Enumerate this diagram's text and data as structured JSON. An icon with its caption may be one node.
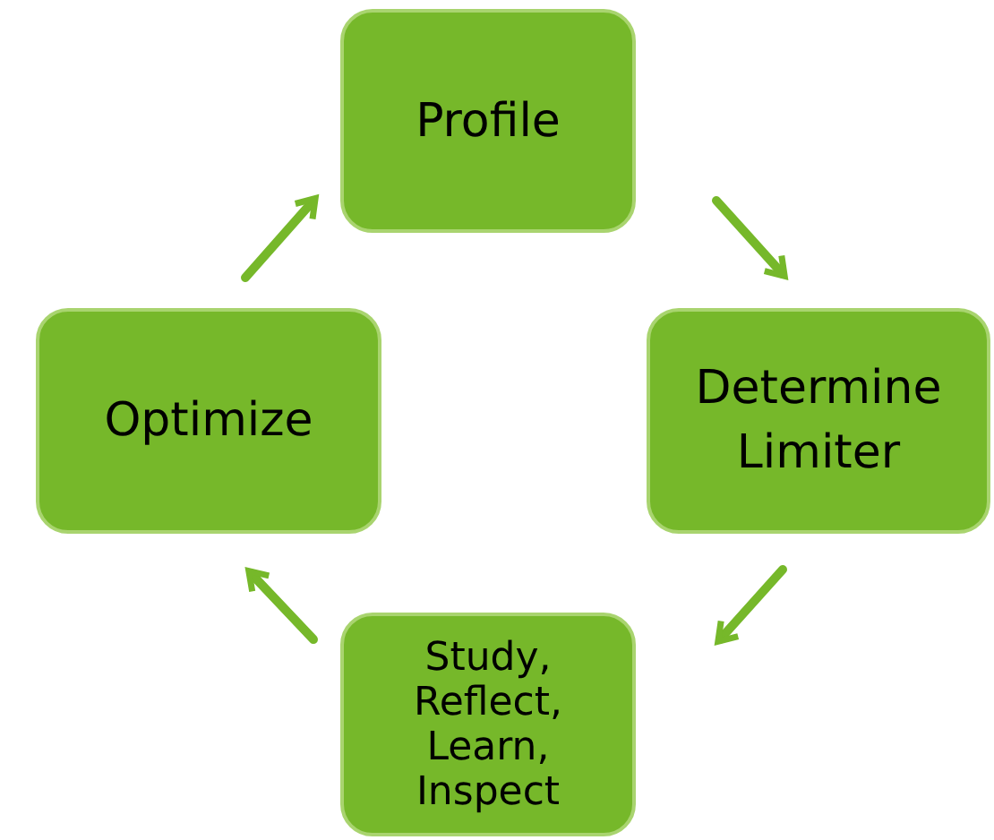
{
  "diagram": {
    "nodes": [
      {
        "text": [
          "Profile"
        ]
      },
      {
        "text": [
          "Determine Limiter"
        ]
      },
      {
        "text": [
          "Study, Reflect, Learn, Inspect"
        ]
      },
      {
        "text": [
          "Optimize"
        ]
      }
    ],
    "edges": [
      {
        "from": 0,
        "to": 1,
        "arrow": "to"
      },
      {
        "from": 1,
        "to": 2,
        "arrow": "to"
      },
      {
        "from": 2,
        "to": 3,
        "arrow": "to"
      },
      {
        "from": 3,
        "to": 0,
        "arrow": "to"
      }
    ]
  }
}
